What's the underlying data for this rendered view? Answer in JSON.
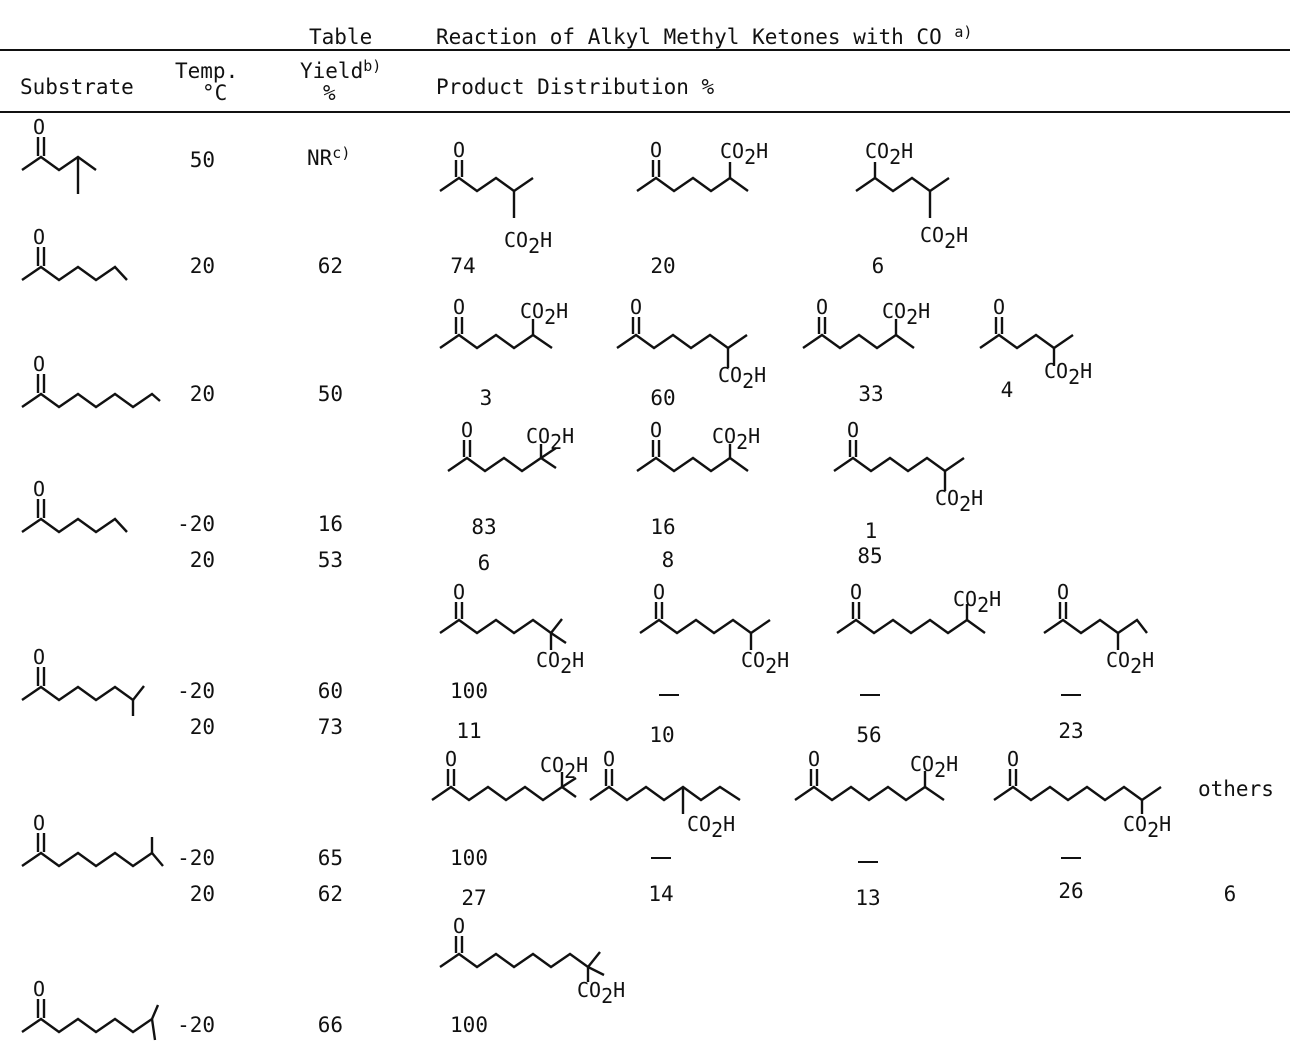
{
  "title": {
    "label": "Table",
    "text": "Reaction of Alkyl Methyl Ketones with CO",
    "note": "a)"
  },
  "headers": {
    "substrate": "Substrate",
    "temp_line1": "Temp.",
    "temp_line2": "°C",
    "yield_line1": "Yield",
    "yield_note": "b)",
    "yield_line2": "%",
    "distribution": "Product Distribution %"
  },
  "structure_labels": {
    "ketone_oxygen": "O",
    "carboxyl": "CO",
    "carboxyl_subscript": "2",
    "carboxyl_h": "H"
  },
  "rows": [
    {
      "temp": "50",
      "yield": "NR",
      "yield_note": "c)"
    },
    {
      "temp": "20",
      "yield": "62",
      "values": [
        "74",
        "20",
        "6"
      ]
    },
    {
      "temp": "20",
      "yield": "50",
      "values": [
        "3",
        "60",
        "33",
        "4"
      ]
    },
    {
      "temp": "-20",
      "yield": "16",
      "values": [
        "83",
        "16",
        "1"
      ]
    },
    {
      "temp": "20",
      "yield": "53",
      "values": [
        "6",
        "8",
        "85"
      ]
    },
    {
      "temp": "-20",
      "yield": "60",
      "values": [
        "100",
        "—",
        "—",
        "—"
      ]
    },
    {
      "temp": "20",
      "yield": "73",
      "values": [
        "11",
        "10",
        "56",
        "23"
      ]
    },
    {
      "temp": "-20",
      "yield": "65",
      "values": [
        "100",
        "—",
        "—",
        "—"
      ]
    },
    {
      "temp": "20",
      "yield": "62",
      "values": [
        "27",
        "14",
        "13",
        "26",
        "6"
      ]
    },
    {
      "temp": "-20",
      "yield": "66",
      "values": [
        "100"
      ]
    }
  ],
  "others_label": "others"
}
